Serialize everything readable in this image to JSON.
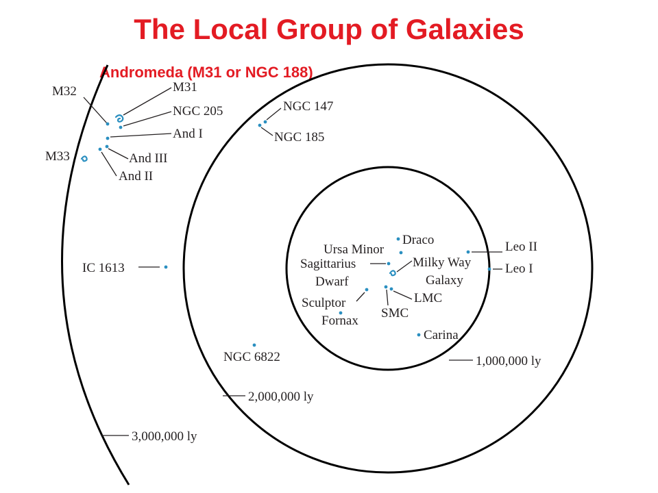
{
  "title": "The Local Group of Galaxies",
  "subtitle": "Andromeda (M31 or NGC 188)",
  "galaxies": {
    "m32": "M32",
    "m31": "M31",
    "ngc205": "NGC 205",
    "and1": "And I",
    "m33": "M33",
    "and3": "And III",
    "and2": "And II",
    "ngc147": "NGC 147",
    "ngc185": "NGC 185",
    "ic1613": "IC 1613",
    "draco": "Draco",
    "ursa_minor": "Ursa Minor",
    "sagittarius": "Sagittarius",
    "dwarf": "Dwarf",
    "milky_way": "Milky Way",
    "galaxy": "Galaxy",
    "leo2": "Leo II",
    "leo1": "Leo I",
    "sculptor": "Sculptor",
    "fornax": "Fornax",
    "smc": "SMC",
    "lmc": "LMC",
    "carina": "Carina",
    "ngc6822": "NGC 6822"
  },
  "distances": {
    "ring1": "1,000,000 ly",
    "ring2": "2,000,000 ly",
    "ring3": "3,000,000 ly"
  },
  "colors": {
    "title": "#e31b23",
    "galaxy_marker": "#2a8fc0",
    "ring": "#000000"
  }
}
